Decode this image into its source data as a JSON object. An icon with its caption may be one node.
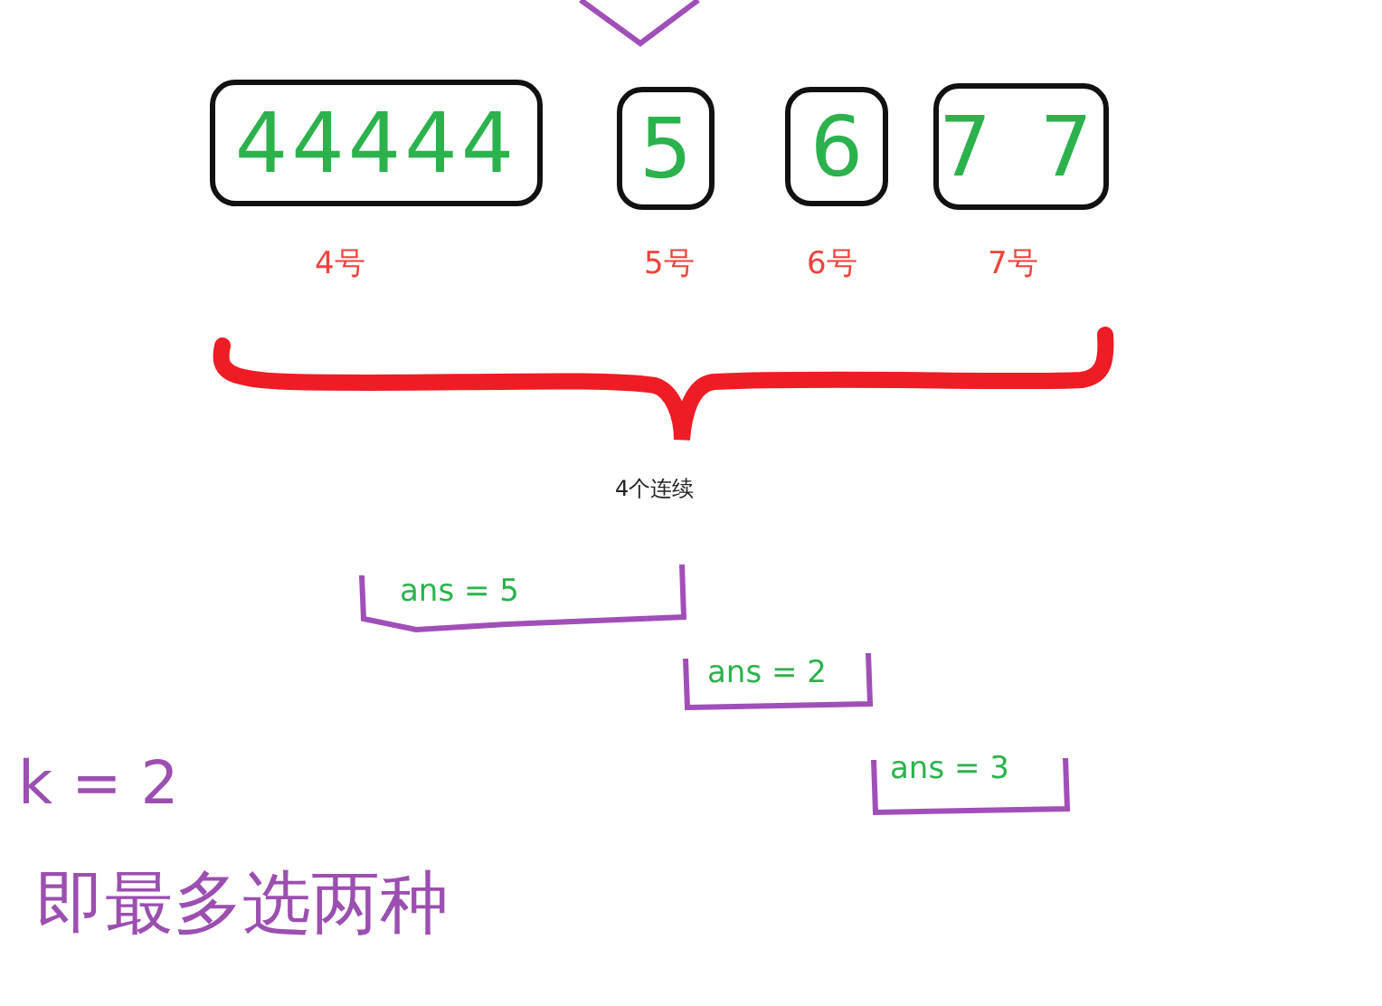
{
  "diagram": {
    "nodes": [
      {
        "text": [
          "44444"
        ],
        "beside": [
          "4号"
        ]
      },
      {
        "text": [
          "5"
        ],
        "beside": [
          "5号"
        ]
      },
      {
        "text": [
          "6"
        ],
        "beside": [
          "6号"
        ]
      },
      {
        "text": [
          "7 7"
        ],
        "beside": [
          "7号"
        ]
      }
    ],
    "labels": [
      "4个连续",
      "ans = 5",
      "ans = 2",
      "ans = 3",
      "k = 2",
      "即最多选两种"
    ]
  }
}
